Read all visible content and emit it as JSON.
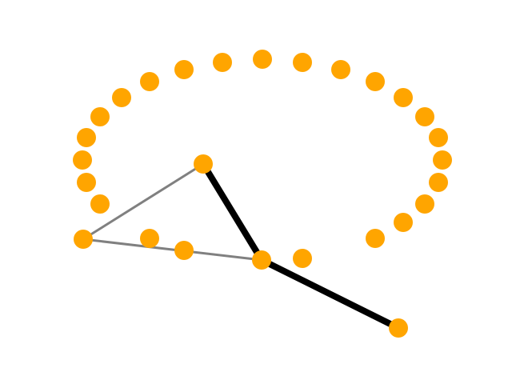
{
  "colors": {
    "node": "#ffa500",
    "thick_edge": "#000000",
    "thin_edge": "#808080",
    "background": "#ffffff"
  },
  "graph": {
    "node_count": 30,
    "edges": [
      {
        "from": "hub",
        "to": "upper",
        "style": "thick"
      },
      {
        "from": "hub",
        "to": "lower-right",
        "style": "thick"
      },
      {
        "from": "left",
        "to": "upper",
        "style": "thin"
      },
      {
        "from": "left",
        "to": "hub",
        "style": "thin"
      }
    ]
  }
}
